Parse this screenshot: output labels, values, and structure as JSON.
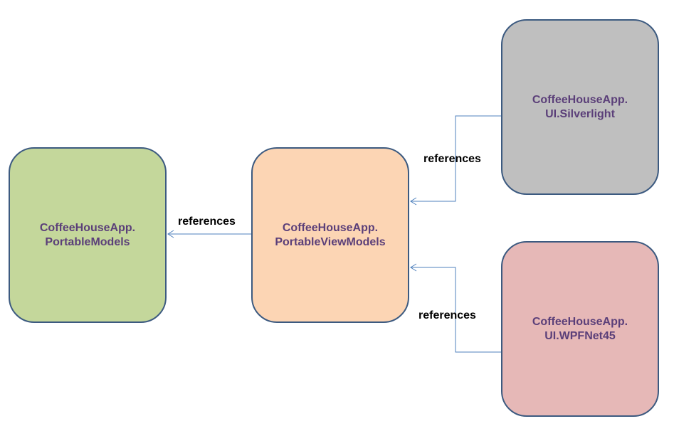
{
  "colors": {
    "border": "#3c5a80",
    "text": "#5b3f79",
    "connector": "#4f81bd",
    "portable_models_fill": "#c4d79b",
    "portable_viewmodels_fill": "#fcd5b4",
    "silverlight_fill": "#bfbfbf",
    "wpf_fill": "#e6b8b7"
  },
  "nodes": {
    "portable_models": {
      "line1": "CoffeeHouseApp.",
      "line2": "PortableModels"
    },
    "portable_viewmodels": {
      "line1": "CoffeeHouseApp.",
      "line2": "PortableViewModels"
    },
    "silverlight": {
      "line1": "CoffeeHouseApp.",
      "line2": "UI.Silverlight"
    },
    "wpf": {
      "line1": "CoffeeHouseApp.",
      "line2": "UI.WPFNet45"
    }
  },
  "edges": {
    "viewmodels_to_models": {
      "label": "references"
    },
    "silverlight_to_viewmodels": {
      "label": "references"
    },
    "wpf_to_viewmodels": {
      "label": "references"
    }
  }
}
